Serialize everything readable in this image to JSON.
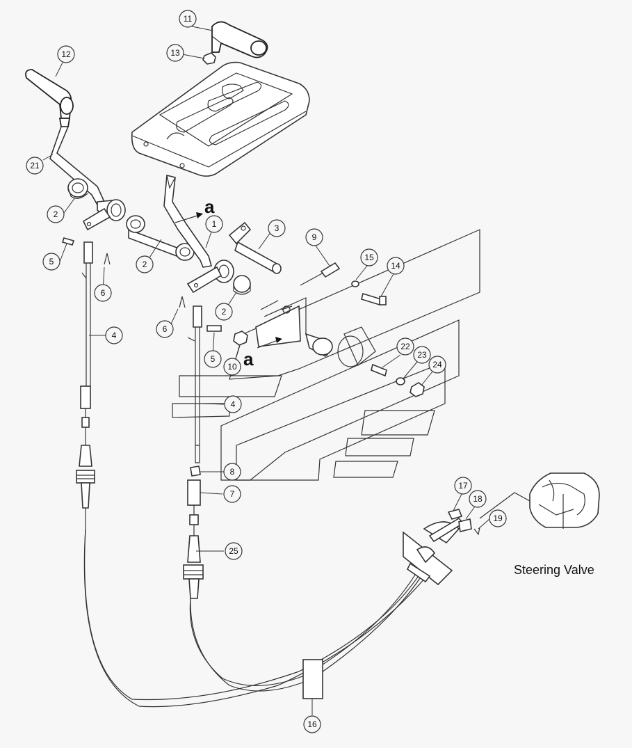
{
  "callouts": [
    {
      "id": "c-1",
      "label": "1"
    },
    {
      "id": "c-2a",
      "label": "2"
    },
    {
      "id": "c-2b",
      "label": "2"
    },
    {
      "id": "c-2c",
      "label": "2"
    },
    {
      "id": "c-3",
      "label": "3"
    },
    {
      "id": "c-4a",
      "label": "4"
    },
    {
      "id": "c-4b",
      "label": "4"
    },
    {
      "id": "c-5a",
      "label": "5"
    },
    {
      "id": "c-5b",
      "label": "5"
    },
    {
      "id": "c-6a",
      "label": "6"
    },
    {
      "id": "c-6b",
      "label": "6"
    },
    {
      "id": "c-7",
      "label": "7"
    },
    {
      "id": "c-8",
      "label": "8"
    },
    {
      "id": "c-9",
      "label": "9"
    },
    {
      "id": "c-10",
      "label": "10"
    },
    {
      "id": "c-11",
      "label": "11"
    },
    {
      "id": "c-12",
      "label": "12"
    },
    {
      "id": "c-13",
      "label": "13"
    },
    {
      "id": "c-14",
      "label": "14"
    },
    {
      "id": "c-15",
      "label": "15"
    },
    {
      "id": "c-16",
      "label": "16"
    },
    {
      "id": "c-17",
      "label": "17"
    },
    {
      "id": "c-18",
      "label": "18"
    },
    {
      "id": "c-19",
      "label": "19"
    },
    {
      "id": "c-21",
      "label": "21"
    },
    {
      "id": "c-22",
      "label": "22"
    },
    {
      "id": "c-23",
      "label": "23"
    },
    {
      "id": "c-24",
      "label": "24"
    },
    {
      "id": "c-25",
      "label": "25"
    }
  ],
  "view_marks": {
    "upper": "a",
    "lower": "a"
  },
  "captions": {
    "steering_valve": "Steering Valve"
  }
}
